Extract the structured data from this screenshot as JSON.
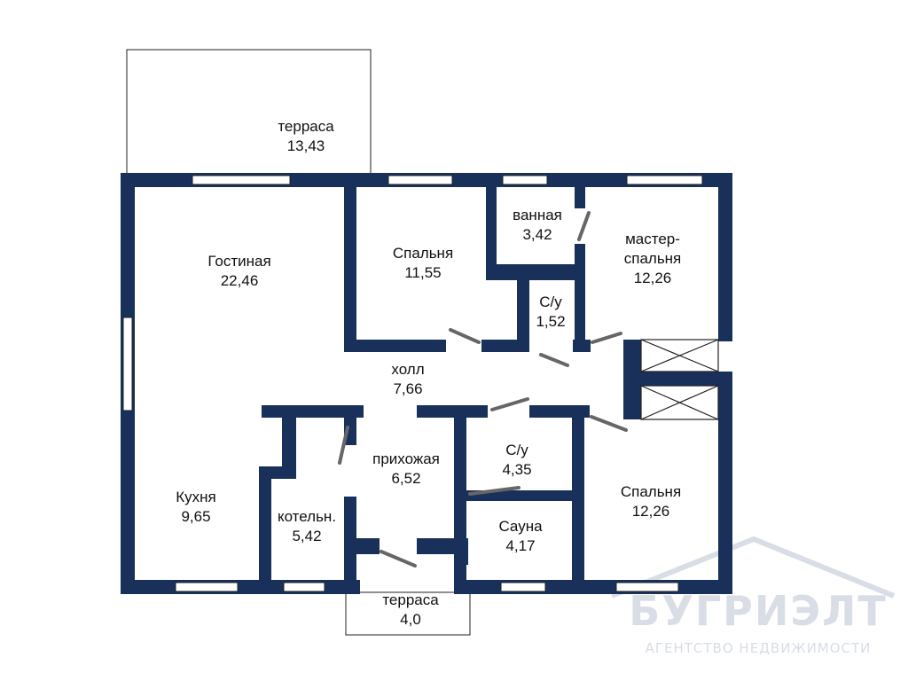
{
  "colors": {
    "wall": "#18305a",
    "line": "#222222",
    "window": "#ffffff",
    "watermark": "#d8dde6"
  },
  "rooms": [
    {
      "id": "terrace-top",
      "name": "терраса",
      "area": "13,43"
    },
    {
      "id": "living",
      "name": "Гостиная",
      "area": "22,46"
    },
    {
      "id": "bedroom-1",
      "name": "Спальня",
      "area": "11,55"
    },
    {
      "id": "bath",
      "name": "ванная",
      "area": "3,42"
    },
    {
      "id": "master",
      "name": "мастер-",
      "name2": "спальня",
      "area": "12,26"
    },
    {
      "id": "wc-1",
      "name": "С/у",
      "area": "1,52"
    },
    {
      "id": "hall",
      "name": "холл",
      "area": "7,66"
    },
    {
      "id": "entry",
      "name": "прихожая",
      "area": "6,52"
    },
    {
      "id": "wc-2",
      "name": "С/у",
      "area": "4,35"
    },
    {
      "id": "bedroom-2",
      "name": "Спальня",
      "area": "12,26"
    },
    {
      "id": "kitchen",
      "name": "Кухня",
      "area": "9,65"
    },
    {
      "id": "boiler",
      "name": "котельн.",
      "area": "5,42"
    },
    {
      "id": "sauna",
      "name": "Сауна",
      "area": "4,17"
    },
    {
      "id": "terrace-bottom",
      "name": "терраса",
      "area": "4,0"
    }
  ],
  "watermark": {
    "name": "БУГРИЭЛТ",
    "subtitle": "АГЕНТСТВО НЕДВИЖИМОСТИ"
  }
}
